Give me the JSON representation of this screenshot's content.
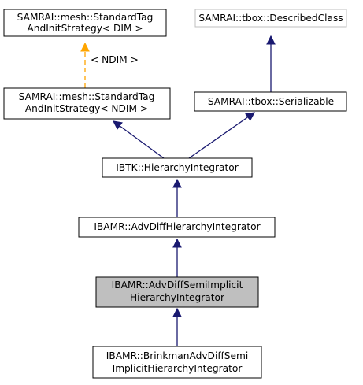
{
  "nodes": {
    "std_tag_dim": {
      "line1": "SAMRAI::mesh::StandardTag",
      "line2": "AndInitStrategy< DIM >"
    },
    "described_class": {
      "line1": "SAMRAI::tbox::DescribedClass"
    },
    "std_tag_ndim": {
      "line1": "SAMRAI::mesh::StandardTag",
      "line2": "AndInitStrategy< NDIM >"
    },
    "serializable": {
      "line1": "SAMRAI::tbox::Serializable"
    },
    "hierarchy_integrator": {
      "line1": "IBTK::HierarchyIntegrator"
    },
    "adv_diff_hierarchy_integrator": {
      "line1": "IBAMR::AdvDiffHierarchyIntegrator"
    },
    "adv_diff_semi_implicit": {
      "line1": "IBAMR::AdvDiffSemiImplicit",
      "line2": "HierarchyIntegrator"
    },
    "brinkman": {
      "line1": "IBAMR::BrinkmanAdvDiffSemi",
      "line2": "ImplicitHierarchyIntegrator"
    }
  },
  "edges": {
    "template_label": "< NDIM >"
  },
  "colors": {
    "inheritance": "#191970",
    "template": "#ffa500",
    "current_fill": "#bfbfbf",
    "muted_border": "#bfbfbf"
  }
}
